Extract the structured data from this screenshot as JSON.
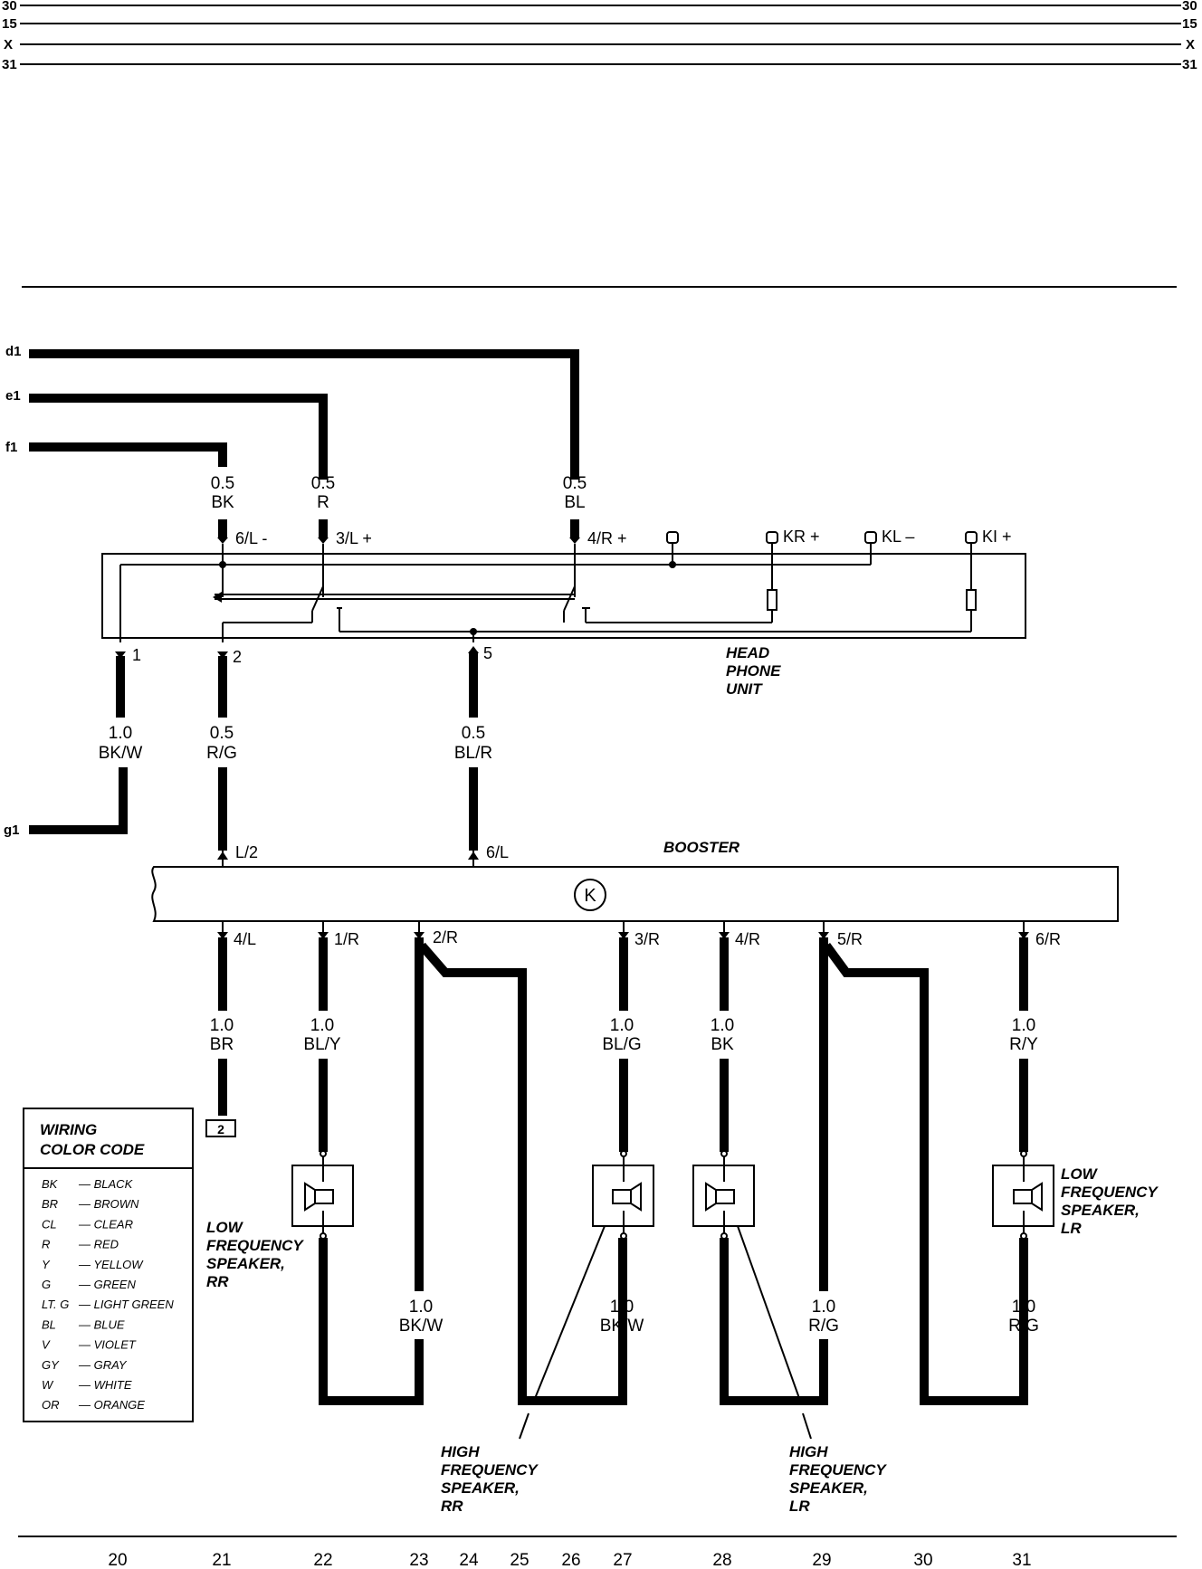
{
  "rails": {
    "r30": "30",
    "r15": "15",
    "rX": "X",
    "r31": "31"
  },
  "connectors": {
    "d1": "d1",
    "e1": "e1",
    "f1": "f1",
    "g1": "g1"
  },
  "headphone_unit": {
    "title_line1": "HEAD",
    "title_line2": "PHONE",
    "title_line3": "UNIT",
    "pins": {
      "p6L": "6/L -",
      "p3L": "3/L +",
      "p4R": "4/R +",
      "kr": "KR +",
      "kl": "KL –",
      "ki": "KI +",
      "p1": "1",
      "p2": "2",
      "p5": "5"
    }
  },
  "booster": {
    "title": "BOOSTER",
    "symbol": "K",
    "pins": {
      "L2": "L/2",
      "L6": "6/L",
      "L4": "4/L",
      "R1": "1/R",
      "R2": "2/R",
      "R3": "3/R",
      "R4": "4/R",
      "R5": "5/R",
      "R6": "6/R"
    }
  },
  "wires": {
    "w_bk_top": {
      "size": "0.5",
      "color": "BK"
    },
    "w_r_top": {
      "size": "0.5",
      "color": "R"
    },
    "w_bl_top": {
      "size": "0.5",
      "color": "BL"
    },
    "w_bkw": {
      "size": "1.0",
      "color": "BK/W"
    },
    "w_rg": {
      "size": "0.5",
      "color": "R/G"
    },
    "w_blr": {
      "size": "0.5",
      "color": "BL/R"
    },
    "w_br": {
      "size": "1.0",
      "color": "BR"
    },
    "w_bly": {
      "size": "1.0",
      "color": "BL/Y"
    },
    "w_blg": {
      "size": "1.0",
      "color": "BL/G"
    },
    "w_bk": {
      "size": "1.0",
      "color": "BK"
    },
    "w_ry": {
      "size": "1.0",
      "color": "R/Y"
    },
    "w_bkw_23": {
      "size": "1.0",
      "color": "BK/W"
    },
    "w_bkw_27": {
      "size": "1.0",
      "color": "BK/W"
    },
    "w_rg_29": {
      "size": "1.0",
      "color": "R/G"
    },
    "w_rg_31": {
      "size": "1.0",
      "color": "R/G"
    }
  },
  "ground_ref": "2",
  "speakers": {
    "lf_rr": [
      "LOW",
      "FREQUENCY",
      "SPEAKER,",
      "RR"
    ],
    "lf_lr": [
      "LOW",
      "FREQUENCY",
      "SPEAKER,",
      "LR"
    ],
    "hf_rr": [
      "HIGH",
      "FREQUENCY",
      "SPEAKER,",
      "RR"
    ],
    "hf_lr": [
      "HIGH",
      "FREQUENCY",
      "SPEAKER,",
      "LR"
    ]
  },
  "legend": {
    "title_line1": "WIRING",
    "title_line2": "COLOR CODE",
    "items": [
      {
        "code": "BK",
        "name": "— BLACK"
      },
      {
        "code": "BR",
        "name": "— BROWN"
      },
      {
        "code": "CL",
        "name": "— CLEAR"
      },
      {
        "code": "R",
        "name": "— RED"
      },
      {
        "code": "Y",
        "name": "— YELLOW"
      },
      {
        "code": "G",
        "name": "— GREEN"
      },
      {
        "code": "LT. G",
        "name": "— LIGHT GREEN"
      },
      {
        "code": "BL",
        "name": "— BLUE"
      },
      {
        "code": "V",
        "name": "— VIOLET"
      },
      {
        "code": "GY",
        "name": "— GRAY"
      },
      {
        "code": "W",
        "name": "— WHITE"
      },
      {
        "code": "OR",
        "name": "— ORANGE"
      }
    ]
  },
  "footer_numbers": [
    "20",
    "21",
    "22",
    "23",
    "24",
    "25",
    "26",
    "27",
    "28",
    "29",
    "30",
    "31"
  ]
}
